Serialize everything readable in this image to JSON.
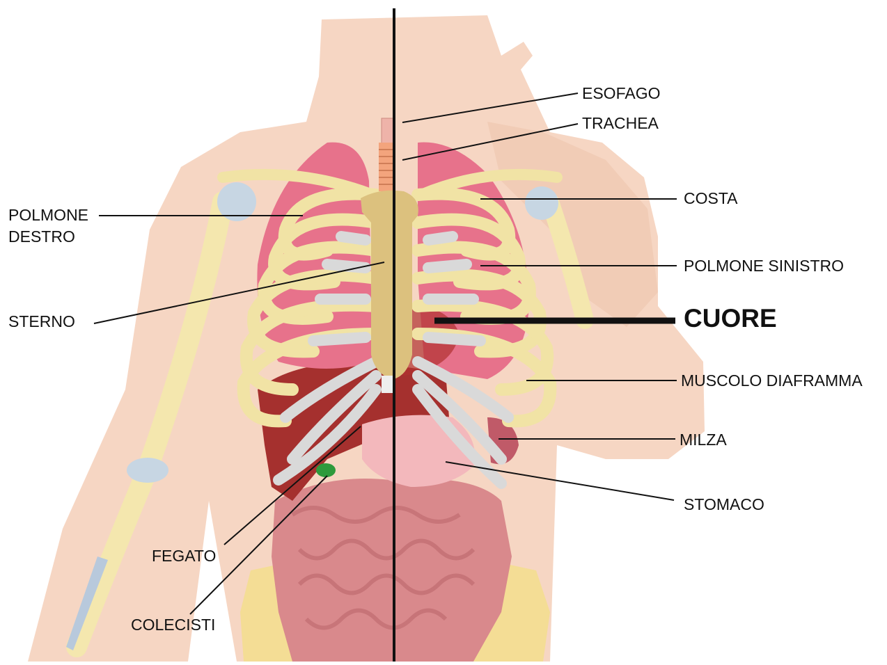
{
  "labels": {
    "esofago": "ESOFAGO",
    "trachea": "TRACHEA",
    "costa": "COSTA",
    "polmone_destro": "POLMONE\nDESTRO",
    "polmone_sinistro": "POLMONE SINISTRO",
    "sterno": "STERNO",
    "cuore": "CUORE",
    "muscolo_diaframma": "MUSCOLO DIAFRAMMA",
    "milza": "MILZA",
    "stomaco": "STOMACO",
    "fegato": "FEGATO",
    "colecisti": "COLECISTI"
  },
  "colors": {
    "skin": "#f5d3bf",
    "bone": "#f2e3a6",
    "cartilage": "#d6d6d6",
    "lung": "#e8728a",
    "liver": "#a02a2a",
    "stomach": "#f2b5ba",
    "intestine": "#d98d8f",
    "gallbladder": "#2e9a3c",
    "leader": "#111111"
  }
}
